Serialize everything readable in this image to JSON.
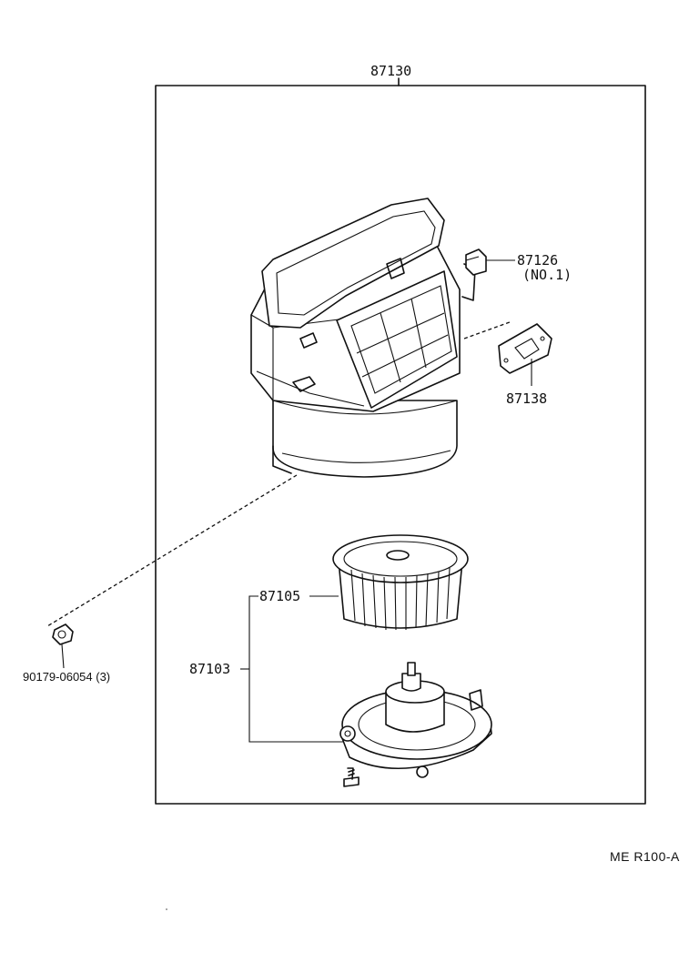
{
  "parts": {
    "assembly": {
      "number": "87130"
    },
    "connector": {
      "number": "87126",
      "note": "(NO.1)"
    },
    "resistor": {
      "number": "87138"
    },
    "fan": {
      "number": "87105"
    },
    "motor_subassy": {
      "number": "87103"
    },
    "nut": {
      "number": "90179-06054 (3)"
    }
  },
  "reference_code": "ME  R100-A"
}
